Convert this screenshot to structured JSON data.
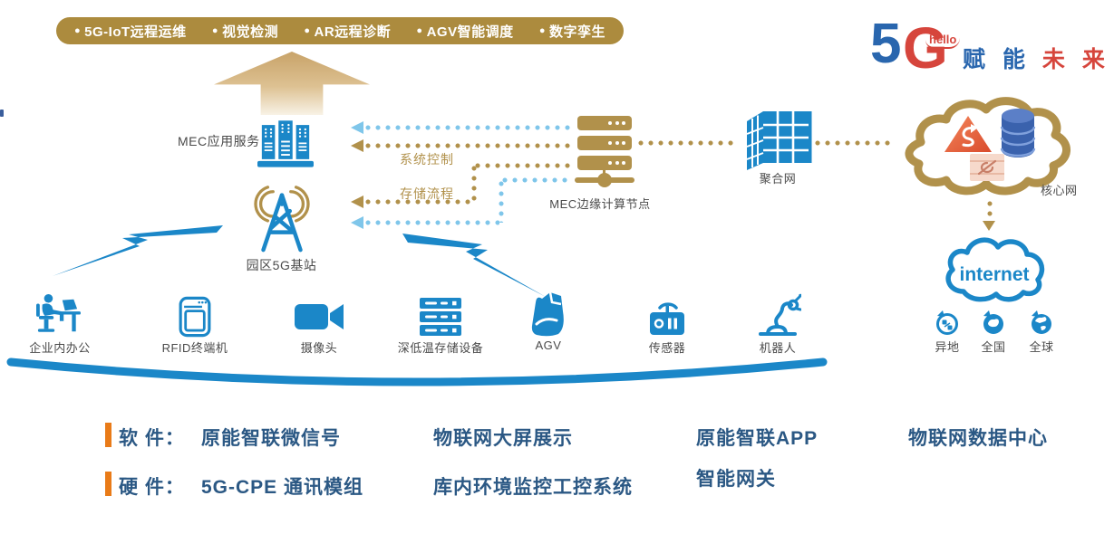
{
  "banner": {
    "bullet": "●",
    "items": [
      "5G-IoT远程运维",
      "视觉检测",
      "AR远程诊断",
      "AGV智能调度",
      "数字孪生"
    ]
  },
  "logo": {
    "five": "5",
    "g": "G",
    "hello": "hello",
    "blue_text": "赋 能",
    "red_text": "未 来"
  },
  "network": {
    "mec_app_label": "MEC应用服务",
    "base_station_label": "园区5G基站",
    "system_control_label": "系统控制",
    "storage_flow_label": "存储流程",
    "mec_edge_label": "MEC边缘计算节点",
    "aggregation_label": "聚合网",
    "core_label": "核心网",
    "internet_label": "internet",
    "scopes": [
      {
        "label": "异地",
        "icon": "remote-site-icon"
      },
      {
        "label": "全国",
        "icon": "nationwide-icon"
      },
      {
        "label": "全球",
        "icon": "global-icon"
      }
    ]
  },
  "devices": [
    {
      "label": "企业内办公",
      "icon": "office-worker-icon"
    },
    {
      "label": "RFID终端机",
      "icon": "rfid-terminal-icon"
    },
    {
      "label": "摄像头",
      "icon": "camera-icon"
    },
    {
      "label": "深低温存储设备",
      "icon": "cold-storage-icon"
    },
    {
      "label": "AGV",
      "icon": "agv-icon"
    },
    {
      "label": "传感器",
      "icon": "sensor-icon"
    },
    {
      "label": "机器人",
      "icon": "robot-arm-icon"
    }
  ],
  "legend": {
    "software": {
      "title": "软 件：",
      "items": [
        "原能智联微信号",
        "物联网大屏展示",
        "原能智联APP",
        "物联网数据中心"
      ]
    },
    "hardware": {
      "title": "硬 件：",
      "items": [
        "5G-CPE 通讯模组",
        "库内环境监控工控系统",
        "智能网关"
      ]
    }
  },
  "colors": {
    "gold": "#B1914B",
    "banner_gold": "#AC8B3E",
    "blue": "#1B87C8",
    "light_blue": "#7FC6EA",
    "navy_text": "#2B5884",
    "gray_label": "#4A4A4A",
    "orange_accent": "#E97B18",
    "logo_blue": "#2966AE",
    "logo_red": "#D6453C"
  }
}
